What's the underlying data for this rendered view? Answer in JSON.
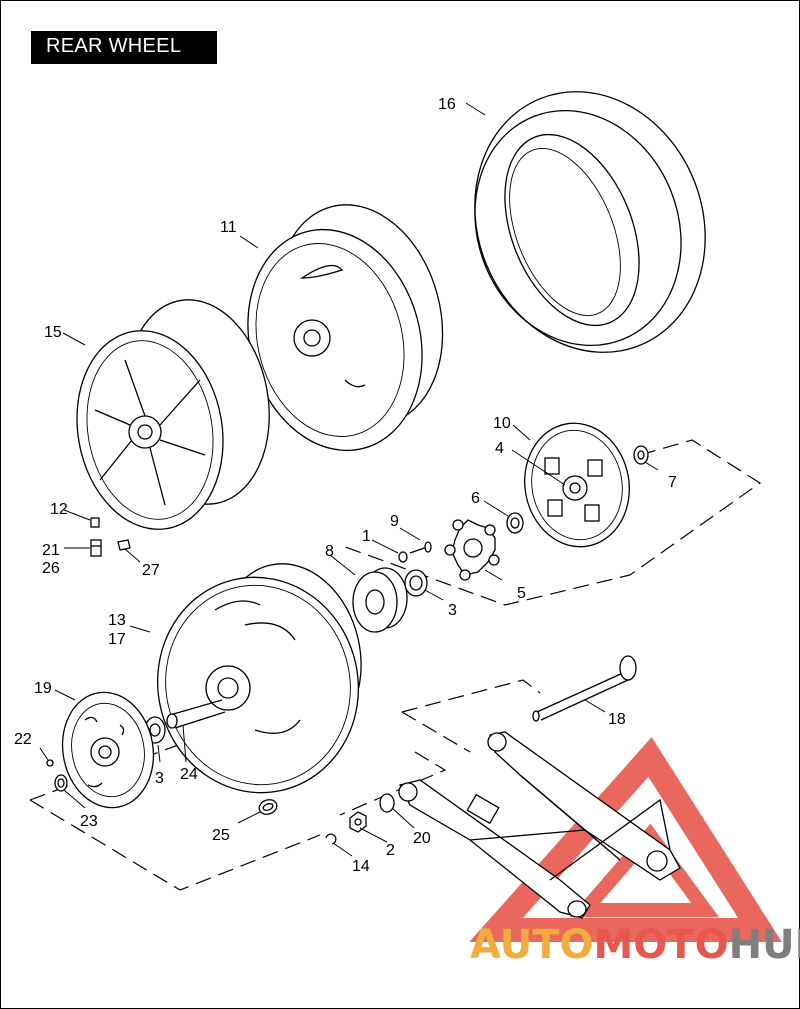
{
  "title": "REAR WHEEL",
  "callouts": {
    "c1": "1",
    "c2": "2",
    "c3a": "3",
    "c3b": "3",
    "c4": "4",
    "c5": "5",
    "c6": "6",
    "c7": "7",
    "c8": "8",
    "c9": "9",
    "c10": "10",
    "c11": "11",
    "c12": "12",
    "c13": "13",
    "c14": "14",
    "c15": "15",
    "c16": "16",
    "c17": "17",
    "c18": "18",
    "c19": "19",
    "c20": "20",
    "c21": "21",
    "c22": "22",
    "c23": "23",
    "c24": "24",
    "c25": "25",
    "c26": "26",
    "c27": "27"
  },
  "watermark": {
    "auto": "AUTO",
    "moto": "MOTO",
    "hub": "HUB"
  },
  "colors": {
    "watermark_red": "#e8574d",
    "watermark_orange": "#f2ab3c",
    "watermark_gray": "#7f7f7f"
  }
}
